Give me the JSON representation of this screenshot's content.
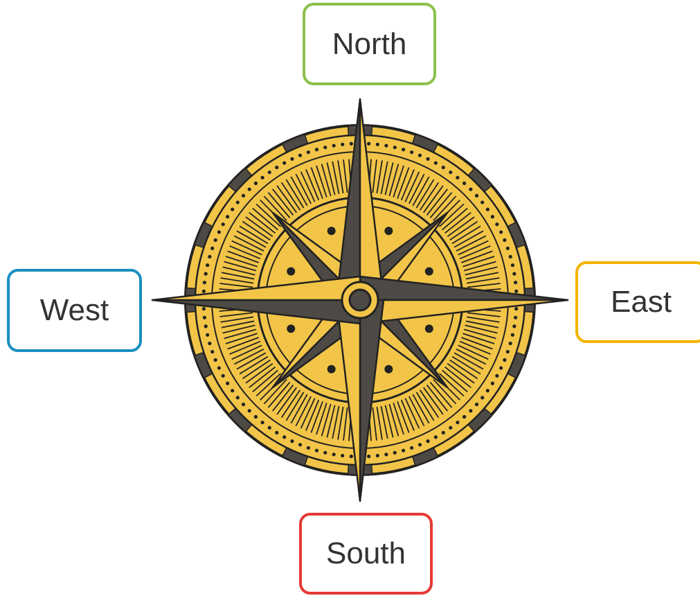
{
  "directions": {
    "north": {
      "label": "North",
      "color": "#8cc04b"
    },
    "east": {
      "label": "East",
      "color": "#f4b400"
    },
    "south": {
      "label": "South",
      "color": "#e53a35"
    },
    "west": {
      "label": "West",
      "color": "#1a8fc1"
    }
  },
  "compass": {
    "gold": "#f2c548",
    "dark": "#4d4944",
    "outline": "#222222"
  }
}
